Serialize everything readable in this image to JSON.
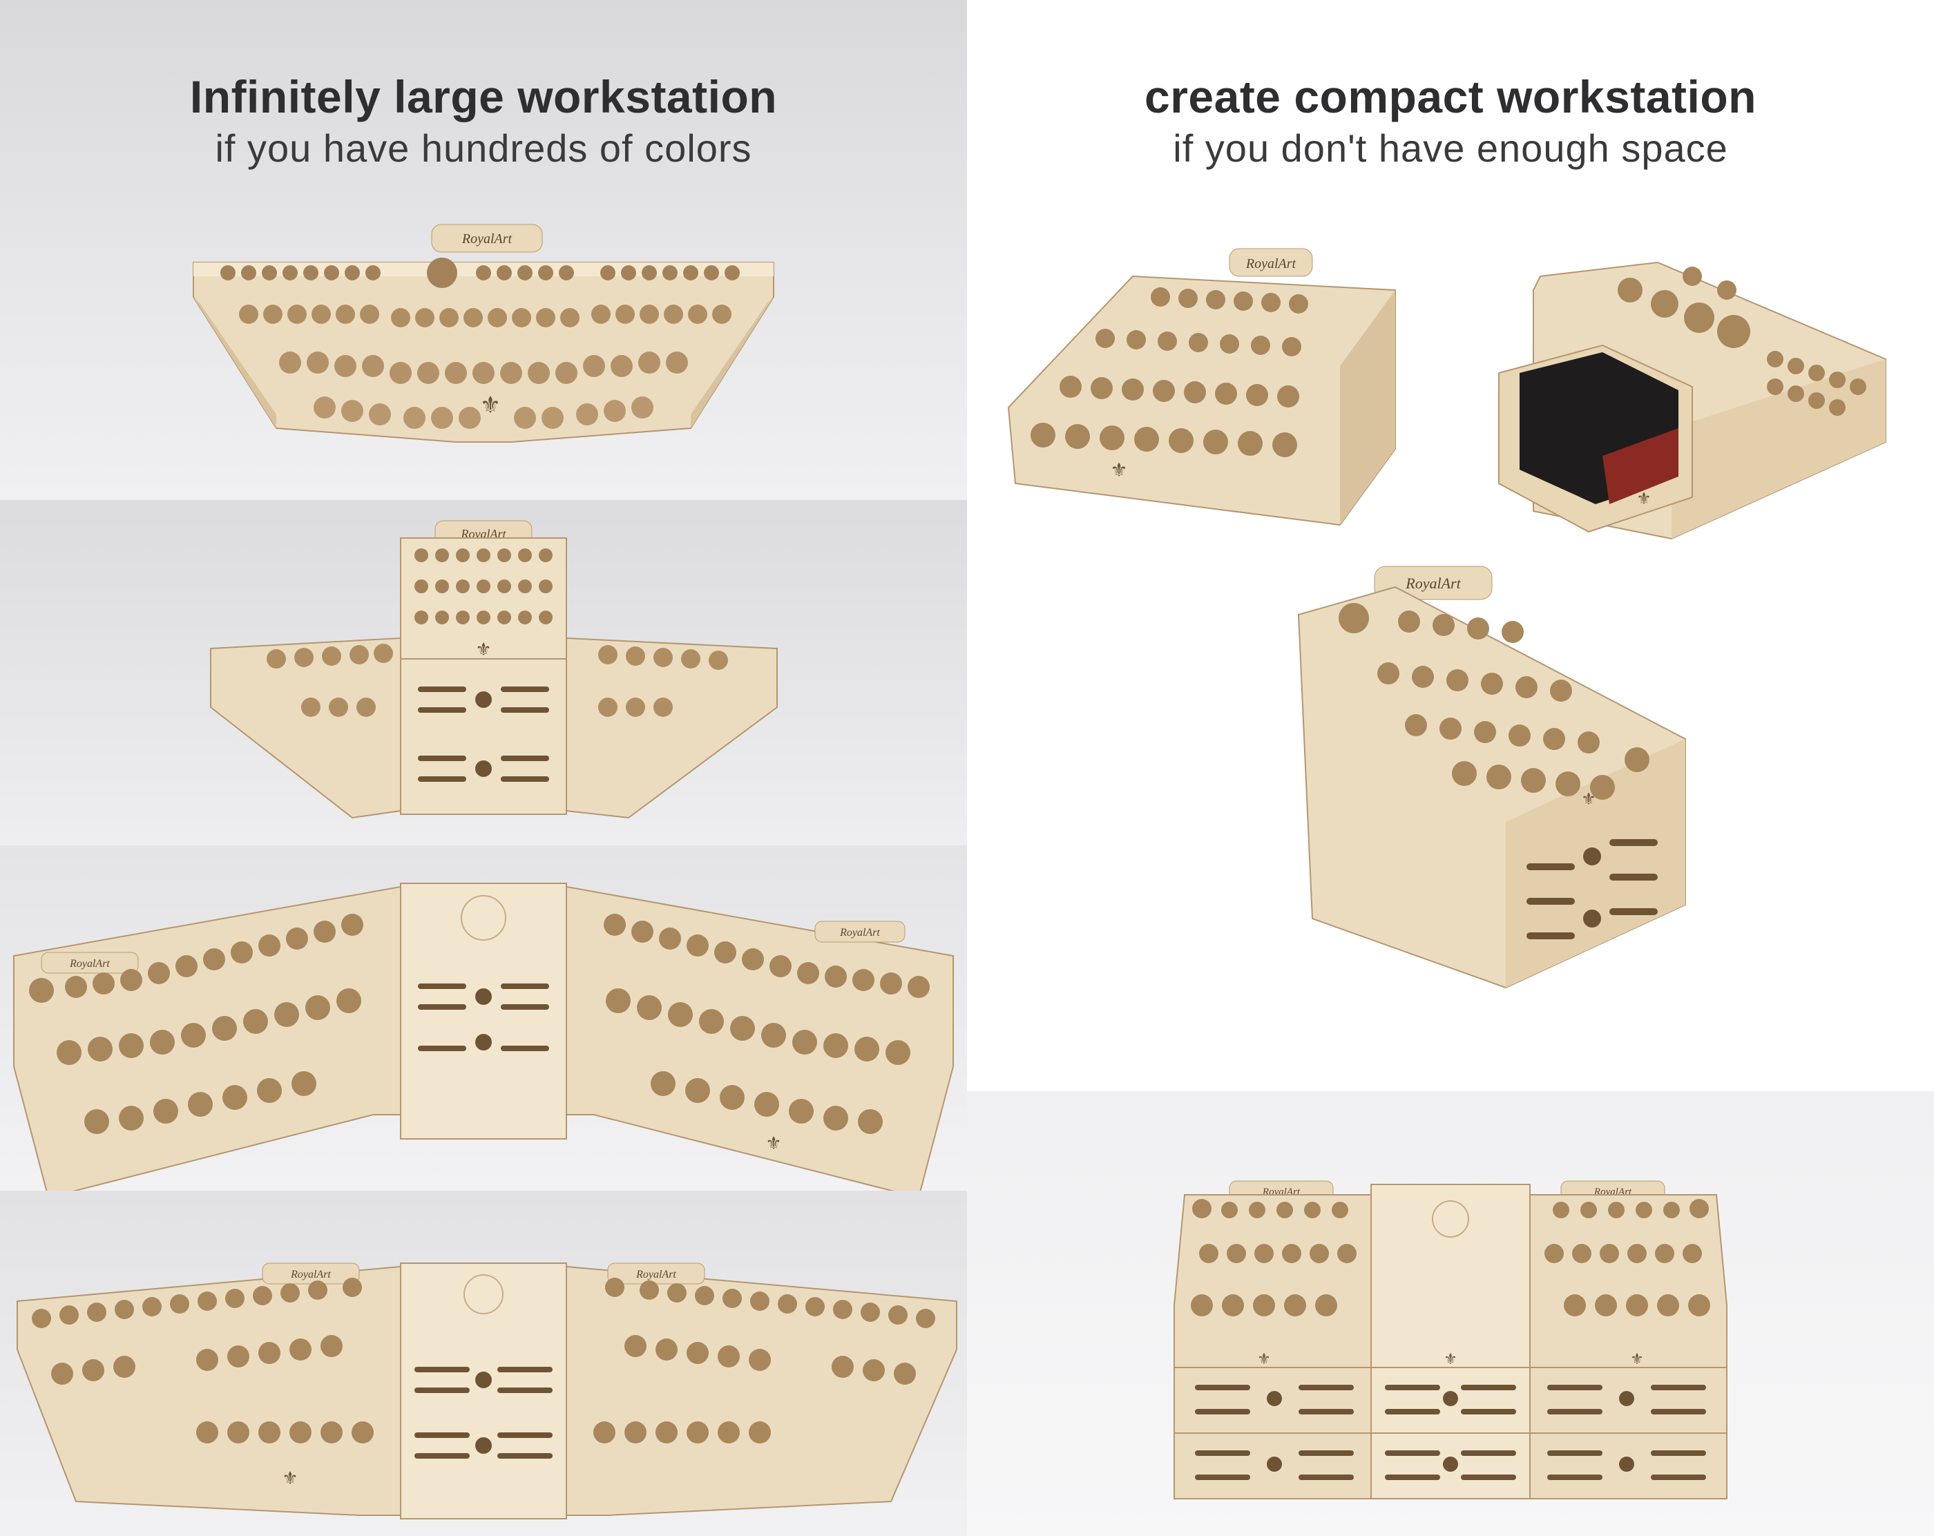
{
  "left": {
    "title": "Infinitely large workstation",
    "subtitle": "if you have hundreds of colors"
  },
  "right": {
    "title": "create compact workstation",
    "subtitle": "if you don't have enough space"
  },
  "brand_text": "RoyalArt",
  "colors": {
    "wood": "#ecdcbf",
    "wood_dark": "#c9b18a",
    "hole": "#9e7c52",
    "heading": "#2e2e30"
  },
  "icons": [
    "fleur-de-lis-icon"
  ]
}
